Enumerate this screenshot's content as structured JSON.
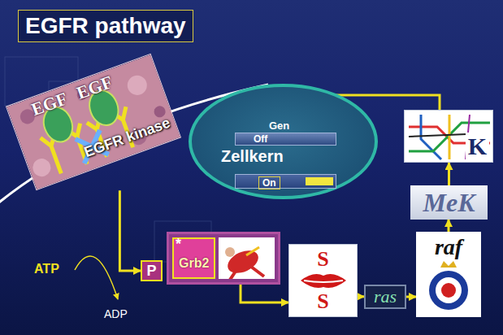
{
  "diagram": {
    "title": "EGFR pathway",
    "nodes": [
      {
        "text": [
          "EGF",
          "EGF",
          "EGFR kinase"
        ]
      },
      {
        "text": [
          "Zellkern"
        ]
      },
      {
        "text": [
          "Gen",
          "Off"
        ],
        "in": 1
      },
      {
        "text": [
          "On"
        ],
        "in": 1
      },
      {
        "text": [
          "K"
        ]
      },
      {
        "text": [
          "MeK"
        ]
      },
      {
        "text": [
          "P"
        ]
      },
      {
        "text": [
          "Grb2"
        ]
      },
      {
        "text": [
          "S",
          "S"
        ]
      },
      {
        "text": [
          "ras"
        ]
      },
      {
        "text": [
          "raf"
        ]
      }
    ],
    "edges": [
      {
        "from": 0,
        "to": 6,
        "arrow": "to"
      },
      {
        "from": 7,
        "to": 8,
        "arrow": "to"
      },
      {
        "from": 8,
        "to": 9,
        "arrow": "to"
      },
      {
        "from": 9,
        "to": 10,
        "arrow": "to"
      },
      {
        "from": 10,
        "to": 5,
        "arrow": "to"
      },
      {
        "from": 5,
        "to": 4,
        "arrow": "to"
      },
      {
        "from": 4,
        "to": 2,
        "arrow": "to"
      },
      {
        "from": 2,
        "to": 3,
        "arrow": "to"
      }
    ],
    "labels": [
      "*",
      "ATP",
      "ADP"
    ]
  }
}
